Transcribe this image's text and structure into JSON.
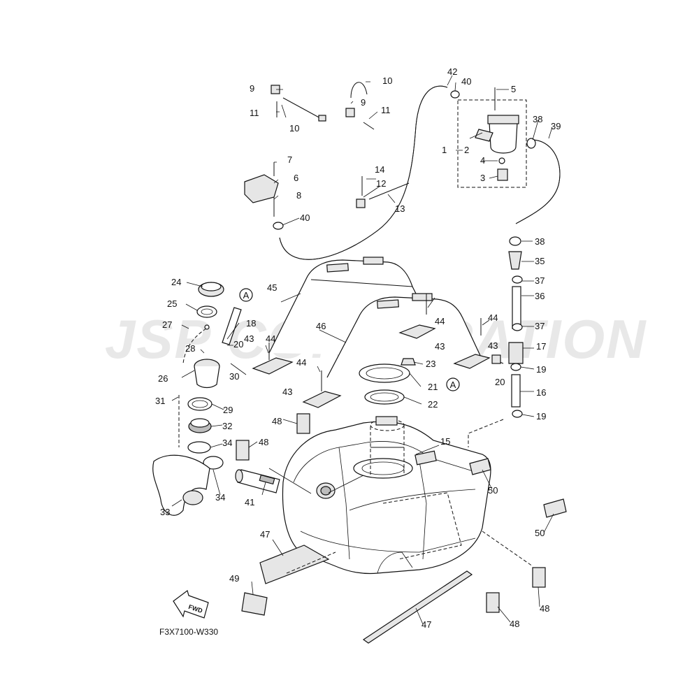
{
  "diagram": {
    "watermark": "JSP CORPORATION",
    "drawing_code": "F3X7100-W330",
    "fwd_label": "FWD",
    "ref_marker": "A",
    "callouts": [
      {
        "id": "c1",
        "text": "1"
      },
      {
        "id": "c2",
        "text": "2"
      },
      {
        "id": "c3",
        "text": "3"
      },
      {
        "id": "c4",
        "text": "4"
      },
      {
        "id": "c5",
        "text": "5"
      },
      {
        "id": "c6",
        "text": "6"
      },
      {
        "id": "c7",
        "text": "7"
      },
      {
        "id": "c8",
        "text": "8"
      },
      {
        "id": "c9a",
        "text": "9"
      },
      {
        "id": "c9b",
        "text": "9"
      },
      {
        "id": "c10a",
        "text": "10"
      },
      {
        "id": "c10b",
        "text": "10"
      },
      {
        "id": "c11a",
        "text": "11"
      },
      {
        "id": "c11b",
        "text": "11"
      },
      {
        "id": "c12",
        "text": "12"
      },
      {
        "id": "c13",
        "text": "13"
      },
      {
        "id": "c14",
        "text": "14"
      },
      {
        "id": "c15",
        "text": "15"
      },
      {
        "id": "c16",
        "text": "16"
      },
      {
        "id": "c17",
        "text": "17"
      },
      {
        "id": "c18",
        "text": "18"
      },
      {
        "id": "c19a",
        "text": "19"
      },
      {
        "id": "c19b",
        "text": "19"
      },
      {
        "id": "c20a",
        "text": "20"
      },
      {
        "id": "c20b",
        "text": "20"
      },
      {
        "id": "c21",
        "text": "21"
      },
      {
        "id": "c22",
        "text": "22"
      },
      {
        "id": "c23",
        "text": "23"
      },
      {
        "id": "c24",
        "text": "24"
      },
      {
        "id": "c25",
        "text": "25"
      },
      {
        "id": "c26",
        "text": "26"
      },
      {
        "id": "c27",
        "text": "27"
      },
      {
        "id": "c28",
        "text": "28"
      },
      {
        "id": "c29",
        "text": "29"
      },
      {
        "id": "c30",
        "text": "30"
      },
      {
        "id": "c31",
        "text": "31"
      },
      {
        "id": "c32",
        "text": "32"
      },
      {
        "id": "c33",
        "text": "33"
      },
      {
        "id": "c34a",
        "text": "34"
      },
      {
        "id": "c34b",
        "text": "34"
      },
      {
        "id": "c35",
        "text": "35"
      },
      {
        "id": "c36",
        "text": "36"
      },
      {
        "id": "c37a",
        "text": "37"
      },
      {
        "id": "c37b",
        "text": "37"
      },
      {
        "id": "c38a",
        "text": "38"
      },
      {
        "id": "c38b",
        "text": "38"
      },
      {
        "id": "c39",
        "text": "39"
      },
      {
        "id": "c40a",
        "text": "40"
      },
      {
        "id": "c40b",
        "text": "40"
      },
      {
        "id": "c41",
        "text": "41"
      },
      {
        "id": "c42",
        "text": "42"
      },
      {
        "id": "c43a",
        "text": "43"
      },
      {
        "id": "c43b",
        "text": "43"
      },
      {
        "id": "c43c",
        "text": "43"
      },
      {
        "id": "c43d",
        "text": "43"
      },
      {
        "id": "c44a",
        "text": "44"
      },
      {
        "id": "c44b",
        "text": "44"
      },
      {
        "id": "c44c",
        "text": "44"
      },
      {
        "id": "c44d",
        "text": "44"
      },
      {
        "id": "c45",
        "text": "45"
      },
      {
        "id": "c46",
        "text": "46"
      },
      {
        "id": "c47a",
        "text": "47"
      },
      {
        "id": "c47b",
        "text": "47"
      },
      {
        "id": "c48a",
        "text": "48"
      },
      {
        "id": "c48b",
        "text": "48"
      },
      {
        "id": "c48c",
        "text": "48"
      },
      {
        "id": "c48d",
        "text": "48"
      },
      {
        "id": "c49",
        "text": "49"
      },
      {
        "id": "c50a",
        "text": "50"
      },
      {
        "id": "c50b",
        "text": "50"
      }
    ]
  }
}
